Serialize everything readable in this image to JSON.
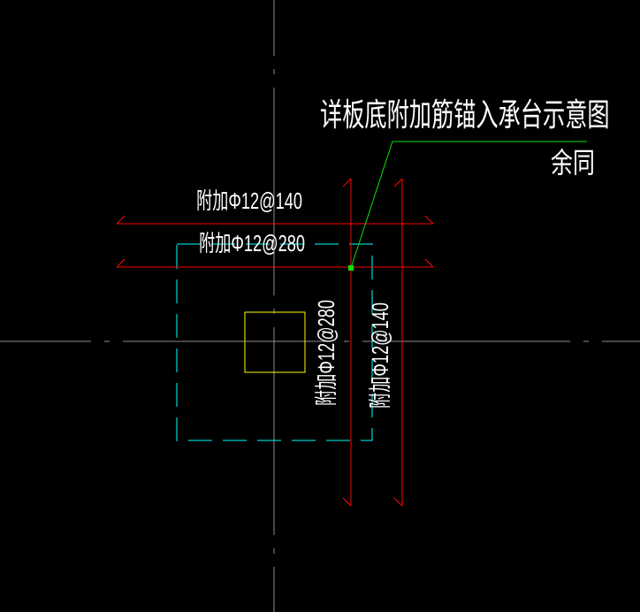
{
  "drawing": {
    "title": "详板底附加筋锚入承台示意图",
    "note": "余同",
    "labels": {
      "top_horizontal_bar": "附加Φ12@140",
      "middle_horizontal_bar": "附加Φ12@280",
      "left_vertical_bar": "附加Φ12@280",
      "right_vertical_bar": "附加Φ12@140"
    },
    "colors": {
      "background": "#000000",
      "centerline_gray": "#8b8b8b",
      "rebar_red": "#fa0505",
      "pile_cap_cyan": "#00ffff",
      "column_yellow": "#ffff00",
      "leader_green": "#0ae20a",
      "text_white": "#ffffff"
    }
  }
}
